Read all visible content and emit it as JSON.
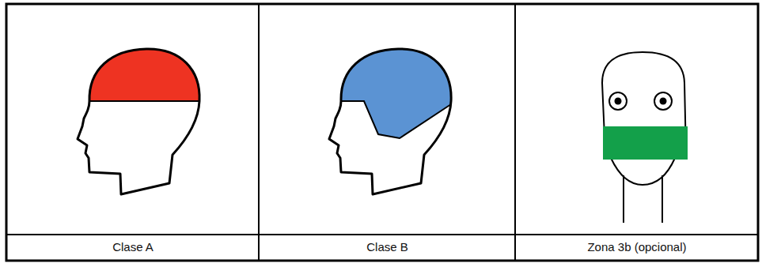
{
  "diagram": {
    "labels": [
      "Clase A",
      "Clase B",
      "Zona 3b (opcional)"
    ]
  }
}
